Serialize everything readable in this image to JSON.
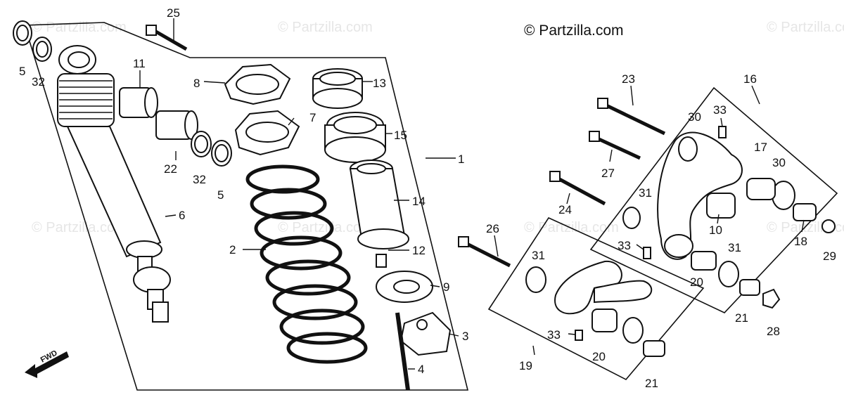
{
  "copyright": "© Partzilla.com",
  "watermarks": [
    "© Partzilla.com",
    "© Partzilla.com",
    "© Partzilla.com",
    "© Partzilla.com",
    "© Partzilla.com",
    "© Partzilla.com",
    "© Partzilla.com"
  ],
  "fwd_label": "FWD",
  "callouts": [
    "5",
    "32",
    "25",
    "11",
    "8",
    "13",
    "7",
    "15",
    "1",
    "6",
    "22",
    "32",
    "5",
    "2",
    "14",
    "12",
    "9",
    "3",
    "4",
    "23",
    "16",
    "33",
    "30",
    "17",
    "30",
    "27",
    "31",
    "24",
    "10",
    "18",
    "29",
    "26",
    "33",
    "31",
    "20",
    "31",
    "19",
    "33",
    "20",
    "21",
    "28",
    "21"
  ]
}
